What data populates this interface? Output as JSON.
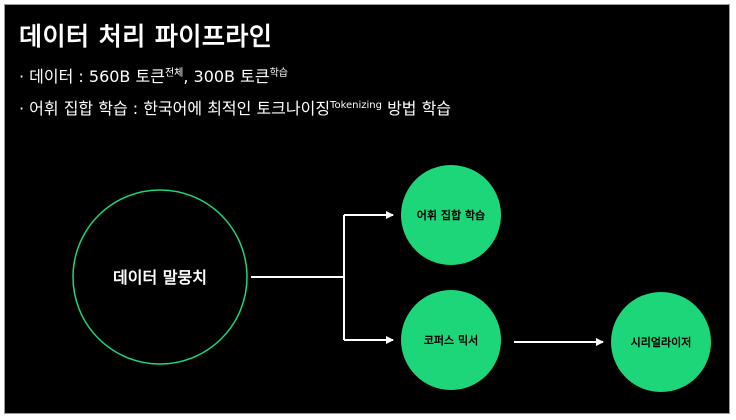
{
  "title": "데이터 처리 파이프라인",
  "bullets": {
    "data": {
      "prefix": "· 데이터 : 560B 토큰",
      "sup1": "전체",
      "middle": ", 300B 토큰",
      "sup2": "학습"
    },
    "vocab": {
      "prefix": "· 어휘 집합 학습 : 한국어에 최적인 토크나이징",
      "sup": "Tokenizing",
      "suffix": " 방법 학습"
    }
  },
  "diagram": {
    "source_node": "데이터 말뭉치",
    "node_vocab": "어휘 집합 학습",
    "node_corpus_mixer": "코퍼스 믹서",
    "node_serializer": "시리얼라이저"
  },
  "colors": {
    "background": "#000000",
    "node_fill": "#1ed67a",
    "outline": "#1ed67a",
    "text": "#ffffff"
  }
}
